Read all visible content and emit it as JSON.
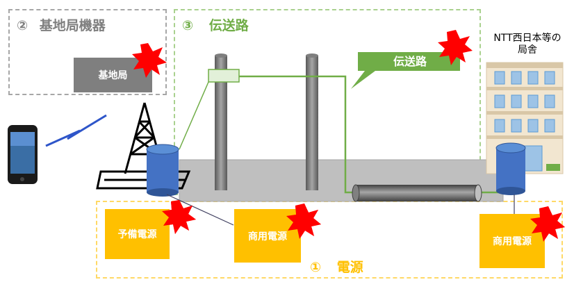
{
  "sections": {
    "base_station": {
      "number": "②",
      "title": "基地局機器",
      "color": "#7f7f7f"
    },
    "transmission": {
      "number": "③",
      "title": "伝送路",
      "color": "#70ad47"
    },
    "power": {
      "number": "①",
      "title": "電源",
      "color": "#ffc000"
    }
  },
  "labels": {
    "base_station_box": "基地局",
    "transmission_callout": "伝送路",
    "ntt_building": "NTT西日本等の\n局舎",
    "backup_power": "予備電源",
    "commercial_power_mid": "商用電源",
    "commercial_power_right": "商用電源"
  },
  "colors": {
    "alert_red": "#ff0000",
    "tank_blue": "#4472c4",
    "line_green": "#70ad47",
    "ground_gray": "#bfbfbf",
    "pole_gray": "#7f7f7f"
  }
}
